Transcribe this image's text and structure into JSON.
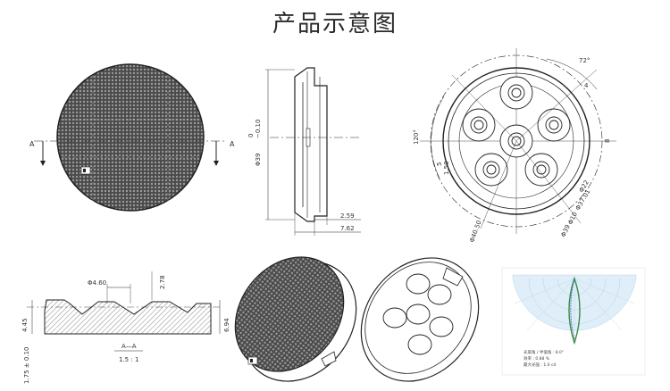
{
  "title": "产品示意图",
  "front_view": {
    "section_left": "A",
    "section_right": "A"
  },
  "side_view": {
    "diameter_top": "0",
    "diameter_main": "Φ39",
    "diameter_tol": "−0.10",
    "dim_a": "2.59",
    "dim_b": "7.62"
  },
  "top_view": {
    "angle_top": "72°",
    "angle_left": "120°",
    "dim_4": "4",
    "dim_8": "8",
    "dim_5": "5",
    "dim_150": "1.50",
    "dia_22": "Φ22",
    "dia_3701": "Φ37.01",
    "dia_10": "Φ10",
    "dia_39": "Φ39",
    "dia_4050": "Φ40.50"
  },
  "section_view": {
    "dia_460": "Φ4.60",
    "dim_278": "2.78",
    "dim_445": "4.45",
    "dim_694": "6.94",
    "dim_175": "1.75 ± 0.10",
    "section_label": "A—A",
    "scale": "1.5 : 1"
  },
  "polar_chart": {
    "caption_line1": "光束角 / 半值角 : 8.0°",
    "caption_line2": "效率 : 0.88 %",
    "caption_line3": "最大光强 : 1.0 cd",
    "accent": "#3a8a4a",
    "fill": "#dfeef8"
  }
}
